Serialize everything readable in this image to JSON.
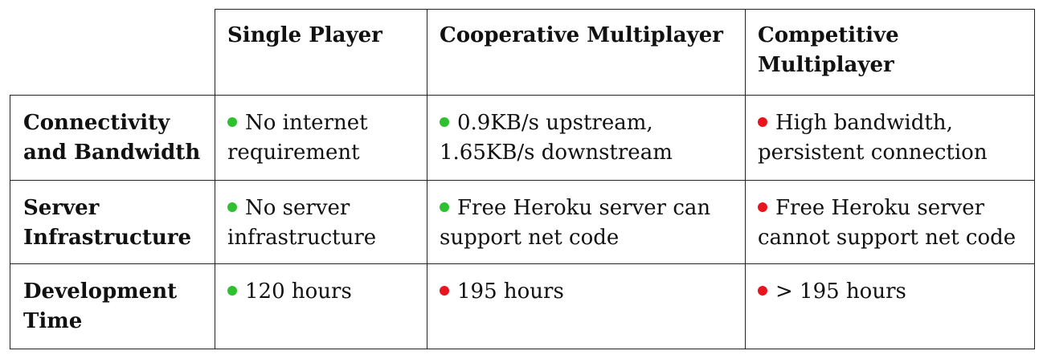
{
  "colors": {
    "good": "#2ec02e",
    "bad": "#e8141e",
    "border": "#222222"
  },
  "table": {
    "columns": [
      "Single Player",
      "Cooperative Multiplayer",
      "Competitive Multiplayer"
    ],
    "rows": [
      {
        "label": "Connectivity and Bandwidth",
        "cells": [
          {
            "status": "good",
            "text": "No internet requirement"
          },
          {
            "status": "good",
            "text": "0.9KB/s upstream, 1.65KB/s downstream"
          },
          {
            "status": "bad",
            "text": "High bandwidth, persistent connection"
          }
        ]
      },
      {
        "label": "Server Infrastructure",
        "cells": [
          {
            "status": "good",
            "text": "No server infrastructure"
          },
          {
            "status": "good",
            "text": "Free Heroku server can support net code"
          },
          {
            "status": "bad",
            "text": "Free Heroku server cannot support net code"
          }
        ]
      },
      {
        "label": "Development Time",
        "cells": [
          {
            "status": "good",
            "text": "120 hours"
          },
          {
            "status": "bad",
            "text": "195 hours"
          },
          {
            "status": "bad",
            "text": "> 195 hours"
          }
        ]
      }
    ]
  }
}
